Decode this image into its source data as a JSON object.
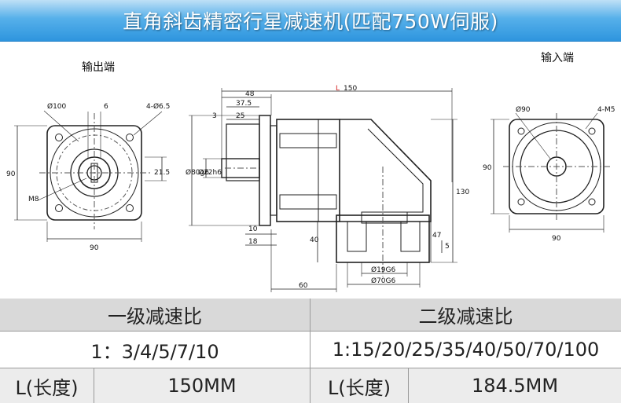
{
  "banner": {
    "title": "直角斜齿精密行星减速机(匹配750W伺服)"
  },
  "drawing": {
    "output_side_label": "输出端",
    "input_side_label": "输入端",
    "output_view": {
      "dim_pcd": "Ø100",
      "dim_key": "6",
      "dim_holes": "4-Ø6.5",
      "dim_height": "90",
      "dim_width": "90",
      "dim_keyway": "21.5",
      "dim_thread": "M8"
    },
    "side_view": {
      "dim_length_prefix": "L",
      "dim_length": "150",
      "dim_48": "48",
      "dim_37_5": "37.5",
      "dim_3": "3",
      "dim_25": "25",
      "dim_pilot": "Ø80g6",
      "dim_shaft": "Ø22h6",
      "dim_10": "10",
      "dim_18": "18",
      "dim_60": "60",
      "dim_130": "130",
      "dim_40": "40",
      "dim_47": "47",
      "dim_5": "5",
      "dim_input_bore": "Ø19G6",
      "dim_input_pilot": "Ø70G6"
    },
    "input_view": {
      "dim_pcd": "Ø90",
      "dim_holes": "4-M5",
      "dim_height": "90",
      "dim_width": "90"
    }
  },
  "table": {
    "col1_header": "一级减速比",
    "col2_header": "二级减速比",
    "col1_ratio": "1：3/4/5/7/10",
    "col2_ratio": "1:15/20/25/35/40/50/70/100",
    "length_label": "L(长度)",
    "col1_length": "150MM",
    "col2_length_label": "L(长度)",
    "col2_length": "184.5MM"
  }
}
